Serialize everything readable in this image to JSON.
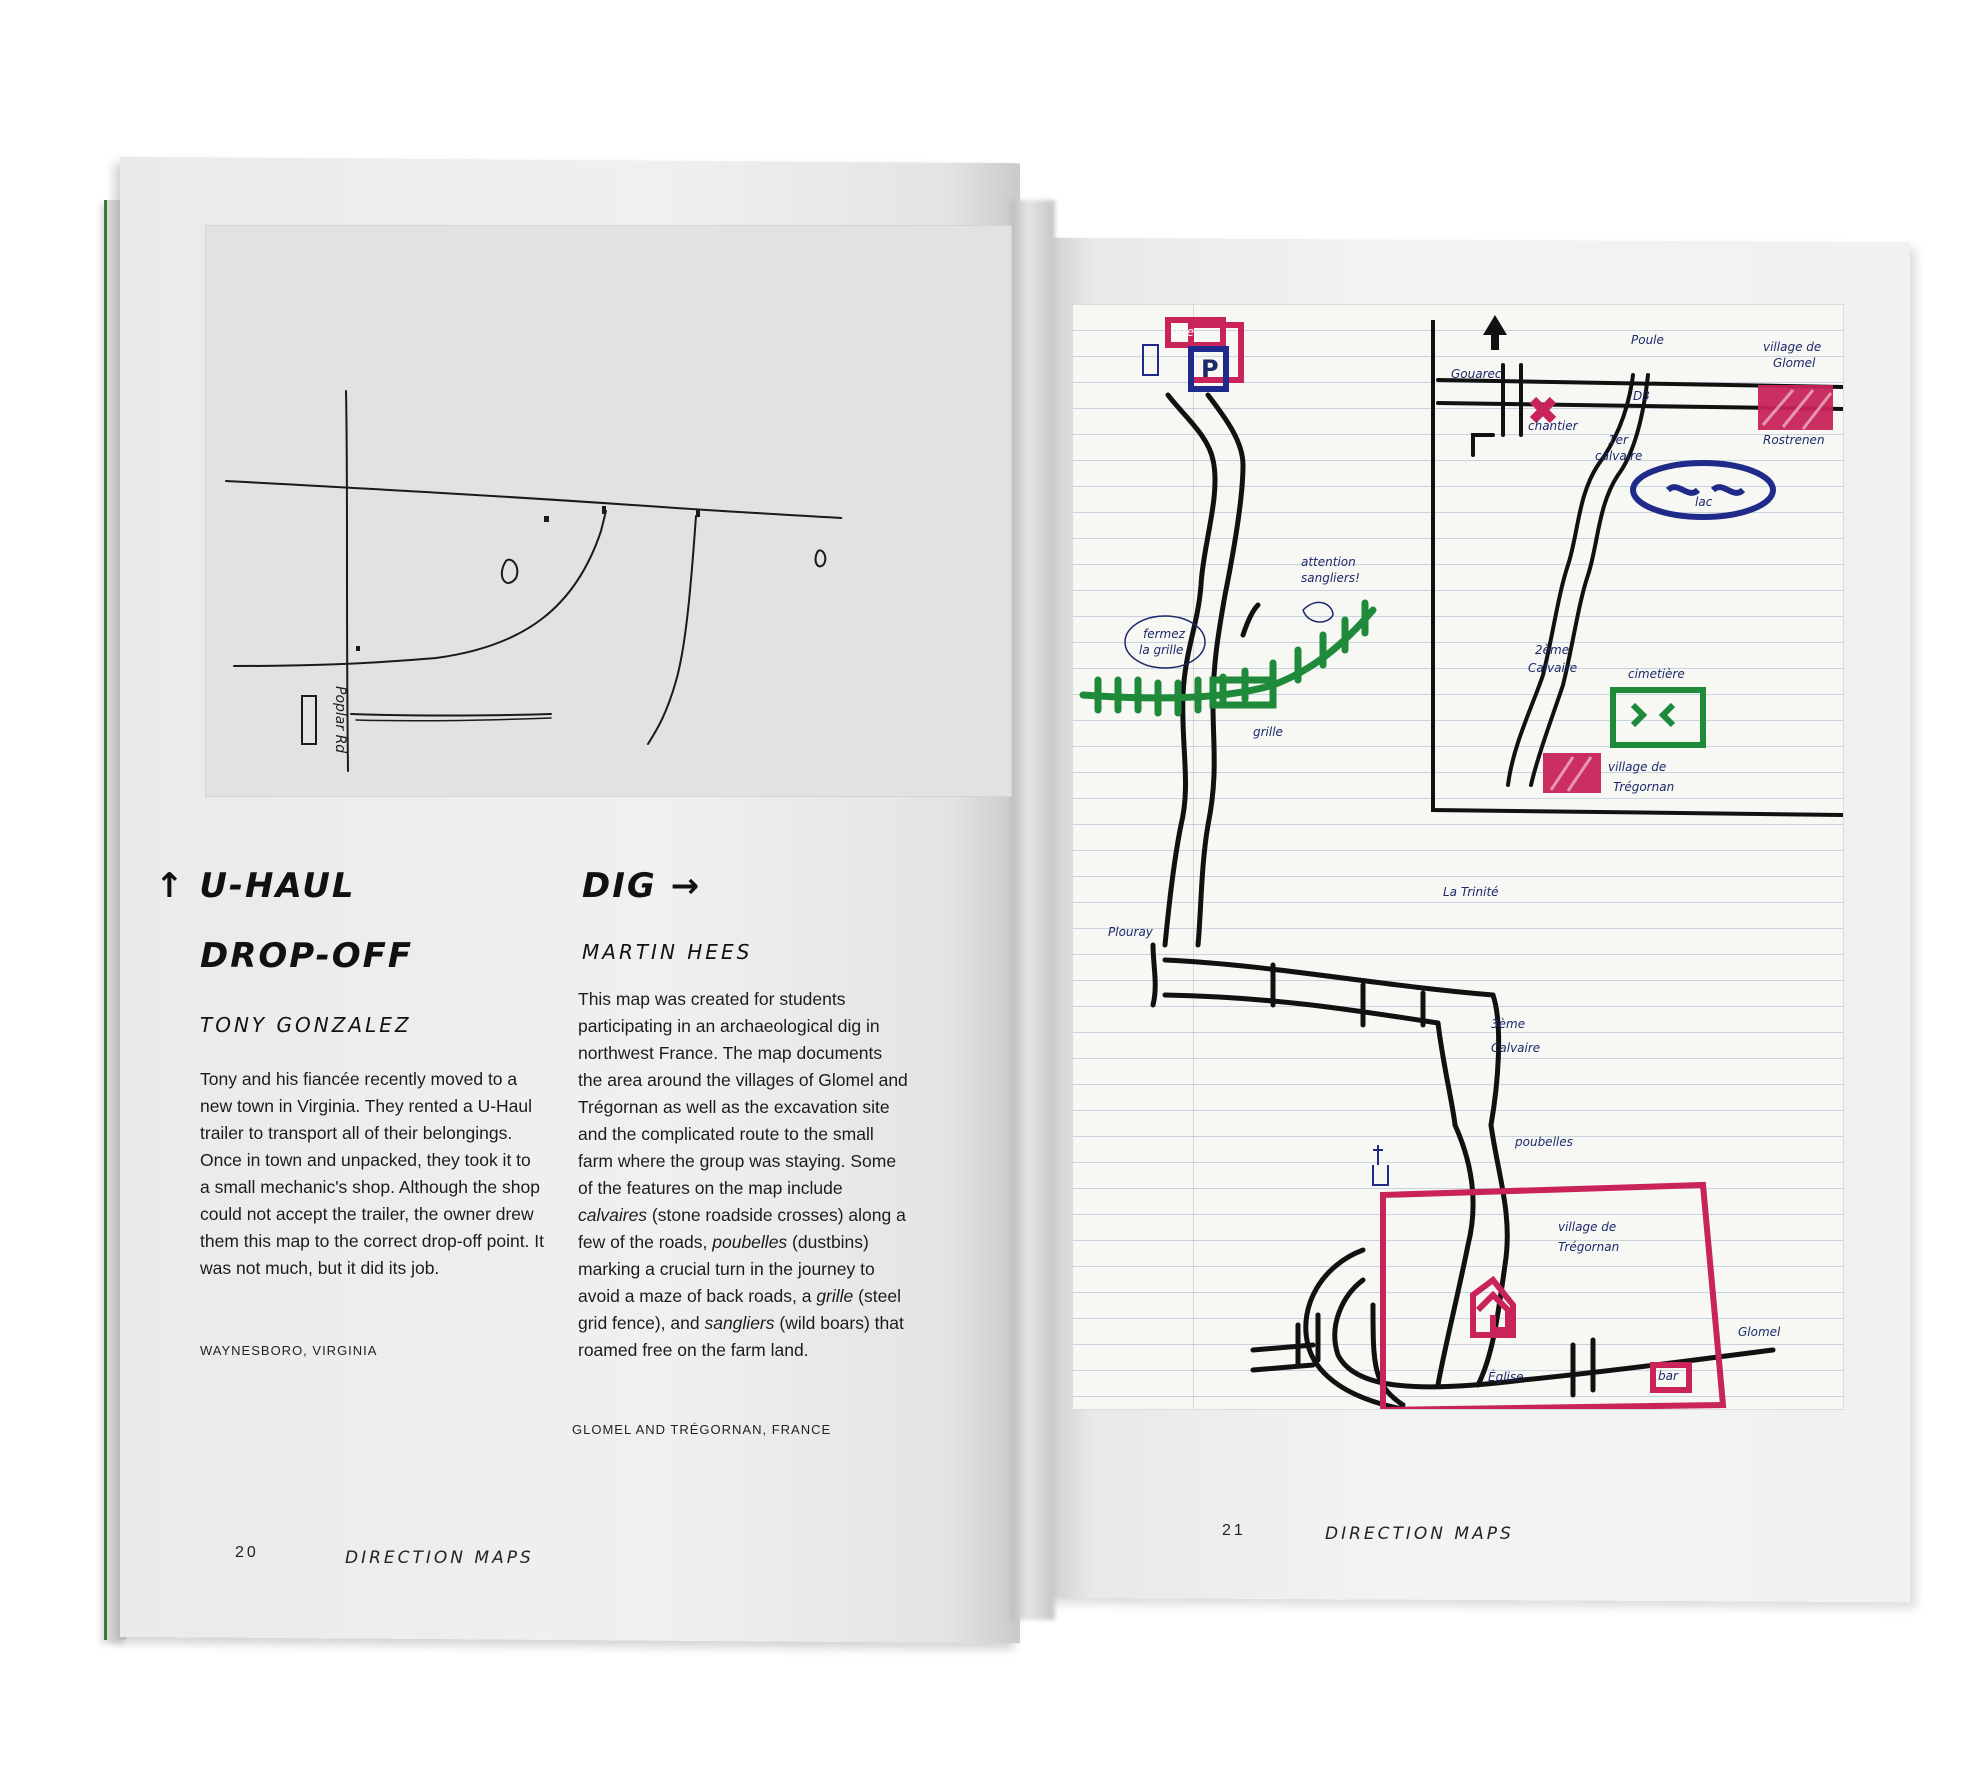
{
  "left_page": {
    "article1": {
      "title_line1": "↑ U-HAUL",
      "title_line2": "DROP-OFF",
      "author": "TONY GONZALEZ",
      "body": "Tony and his fiancée recently moved to a new town in Virginia. They rented a U-Haul trailer to transport all of their belongings. Once in town and unpacked, they took it to a small mechanic's shop. Although the shop could not accept the trailer, the owner drew them this map to the correct drop-off point. It was not much, but it did its job.",
      "location": "WAYNESBORO, VIRGINIA",
      "map_label": "Poplar Rd"
    },
    "article2": {
      "title": "DIG →",
      "author": "MARTIN HEES",
      "body_parts": {
        "p1": "This map was created for students participating in an archaeological dig in northwest France. The map documents the area around the villages of Glomel and Trégornan as well as the excavation site and the complicated route to the small farm where the group was staying. Some of the features on the map include ",
        "calvaires": "calvaires",
        "p2": " (stone roadside crosses) along a few of the roads, ",
        "poubelles": "poubelles",
        "p3": " (dustbins) marking a crucial turn in the journey to avoid a maze of back roads, a ",
        "grille": "grille",
        "p4": " (steel grid fence), and ",
        "sangliers": "sangliers",
        "p5": " (wild boars) that roamed free on the farm land."
      },
      "location": "GLOMEL AND TRÉGORNAN, FRANCE"
    },
    "page_number": "20",
    "running_head": "DIRECTION MAPS"
  },
  "right_page": {
    "page_number": "21",
    "running_head": "DIRECTION MAPS",
    "map_labels": {
      "gite": "gîte",
      "p": "P",
      "attention": "attention",
      "sangliers": "sangliers!",
      "fermez1": "fermez",
      "fermez2": "la grille",
      "grille": "grille",
      "plouray": "Plouray",
      "la_trinite": "La Trinité",
      "calvaire3_1": "3ème",
      "calvaire3_2": "Calvaire",
      "poubelles": "poubelles",
      "village_t1": "village de",
      "village_t2": "Trégornan",
      "eglise": "Église",
      "bar": "bar",
      "glomel": "Glomel",
      "north": "N",
      "gouarec": "Gouarec",
      "d3": "D3",
      "chantier": "chantier",
      "poule": "Poule",
      "village_g1": "village de",
      "village_g2": "Glomel",
      "lac": "lac",
      "rostrenen": "Rostrenen",
      "calvaire1": "1er",
      "calvaire1b": "calvaire",
      "calvaire2_1": "2ème",
      "calvaire2_2": "Calvaire",
      "cimetiere": "cimetière",
      "village_t3": "village de",
      "village_t4": "Trégornan"
    }
  },
  "colors": {
    "ink": "#111111",
    "magenta": "#c8245a",
    "navy": "#1f2a8a",
    "green": "#1f8a3a"
  }
}
